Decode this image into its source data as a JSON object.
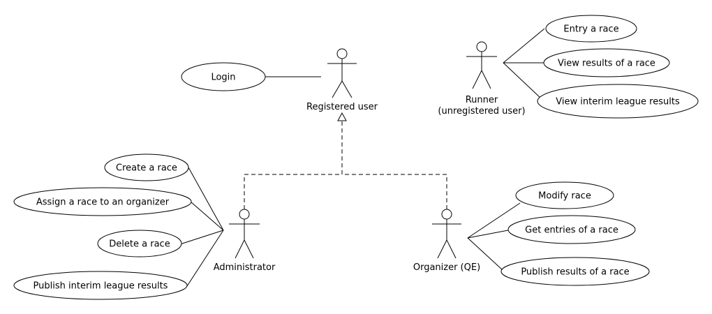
{
  "actors": {
    "registered_user": "Registered user",
    "runner": "Runner",
    "runner_note": "(unregistered user)",
    "administrator": "Administrator",
    "organizer": "Organizer (QE)"
  },
  "use_cases": {
    "login": "Login",
    "entry_race": "Entry a race",
    "view_results": "View results of a race",
    "view_interim": "View interim league results",
    "create_race": "Create a race",
    "assign_race": "Assign a race to an organizer",
    "delete_race": "Delete a race",
    "publish_interim": "Publish interim league results",
    "modify_race": "Modify race",
    "get_entries": "Get entries of a race",
    "publish_results": "Publish results of a race"
  }
}
